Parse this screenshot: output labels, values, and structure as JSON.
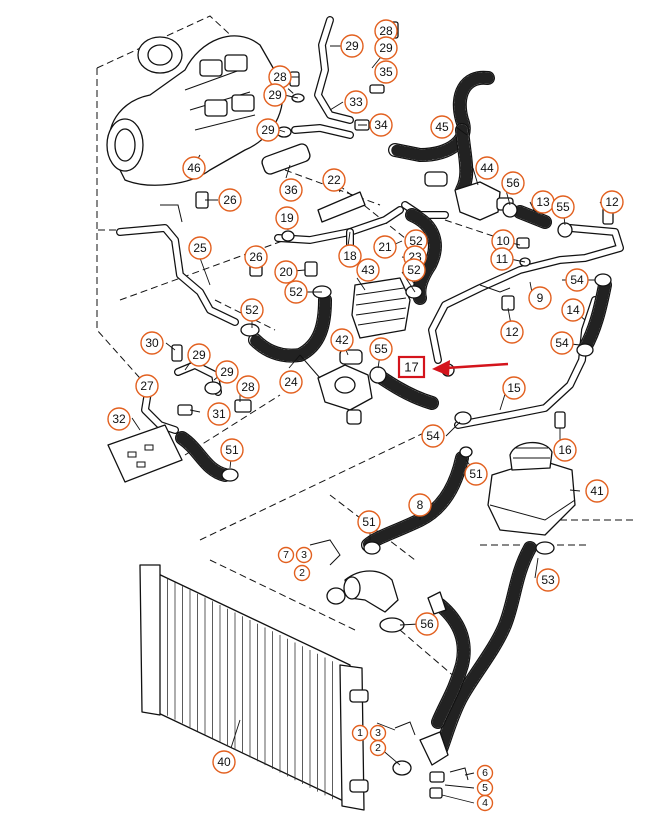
{
  "diagram": {
    "highlight_color": "#d4141c",
    "callout_color": "#e2601f",
    "highlighted_part": "17",
    "callouts": [
      {
        "label": "28"
      },
      {
        "label": "29"
      },
      {
        "label": "29"
      },
      {
        "label": "28"
      },
      {
        "label": "35"
      },
      {
        "label": "29"
      },
      {
        "label": "33"
      },
      {
        "label": "29"
      },
      {
        "label": "34"
      },
      {
        "label": "45"
      },
      {
        "label": "46"
      },
      {
        "label": "36"
      },
      {
        "label": "44"
      },
      {
        "label": "56"
      },
      {
        "label": "13"
      },
      {
        "label": "55"
      },
      {
        "label": "12"
      },
      {
        "label": "22"
      },
      {
        "label": "26"
      },
      {
        "label": "19"
      },
      {
        "label": "52"
      },
      {
        "label": "23"
      },
      {
        "label": "10"
      },
      {
        "label": "11"
      },
      {
        "label": "25"
      },
      {
        "label": "26"
      },
      {
        "label": "18"
      },
      {
        "label": "21"
      },
      {
        "label": "20"
      },
      {
        "label": "52"
      },
      {
        "label": "43"
      },
      {
        "label": "52"
      },
      {
        "label": "54"
      },
      {
        "label": "9"
      },
      {
        "label": "52"
      },
      {
        "label": "12"
      },
      {
        "label": "14"
      },
      {
        "label": "42"
      },
      {
        "label": "55"
      },
      {
        "label": "54"
      },
      {
        "label": "30"
      },
      {
        "label": "29"
      },
      {
        "label": "24"
      },
      {
        "label": "27"
      },
      {
        "label": "29"
      },
      {
        "label": "28"
      },
      {
        "label": "31"
      },
      {
        "label": "15"
      },
      {
        "label": "32"
      },
      {
        "label": "54"
      },
      {
        "label": "16"
      },
      {
        "label": "51"
      },
      {
        "label": "51"
      },
      {
        "label": "41"
      },
      {
        "label": "8"
      },
      {
        "label": "51"
      },
      {
        "label": "7"
      },
      {
        "label": "3"
      },
      {
        "label": "2"
      },
      {
        "label": "53"
      },
      {
        "label": "56"
      },
      {
        "label": "40"
      },
      {
        "label": "1"
      },
      {
        "label": "3"
      },
      {
        "label": "2"
      },
      {
        "label": "6"
      },
      {
        "label": "5"
      },
      {
        "label": "4"
      }
    ]
  }
}
